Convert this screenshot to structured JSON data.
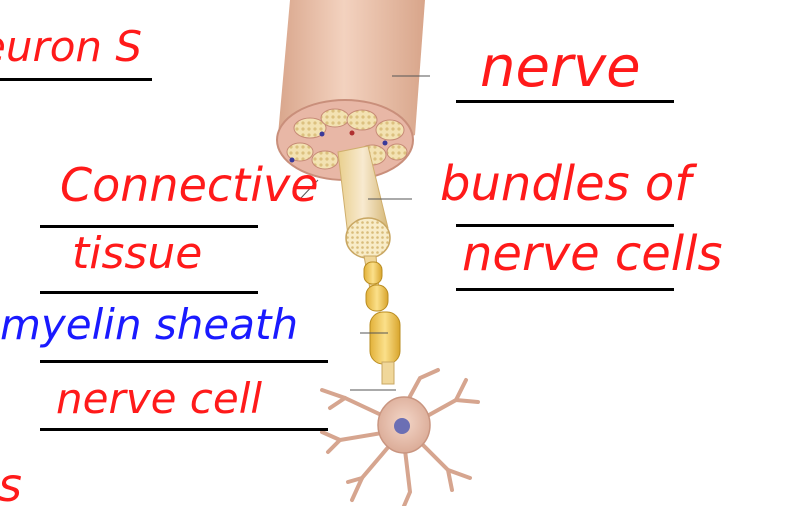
{
  "handwriting": {
    "partial_top": "euron S",
    "nerve": "nerve",
    "connective": "Connective",
    "tissue": "tissue",
    "bundles": "bundles of",
    "nerve_cells": "nerve cells",
    "myelin": "myelin sheath",
    "nerve_cell": "nerve cell",
    "partial_bottom": "s"
  },
  "colors": {
    "ink_red": "#ff1a1a",
    "ink_blue": "#1a1aff",
    "nerve_fill": "#e9bfa6",
    "fascicle": "#f4e3b0",
    "axon": "#f2dca0",
    "myelin": "#f2c84e",
    "neuron": "#e8bba8"
  }
}
